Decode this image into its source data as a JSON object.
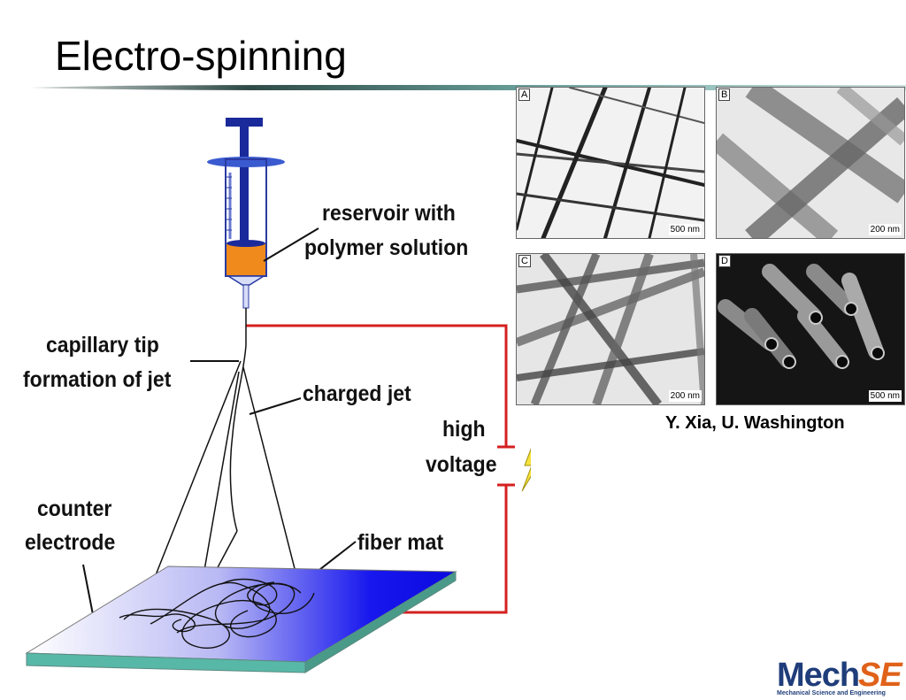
{
  "title": "Electro-spinning",
  "diagram": {
    "labels": {
      "reservoir_line1": "reservoir with",
      "reservoir_line2": "polymer solution",
      "capillary_line1": "capillary tip",
      "capillary_line2": "formation of jet",
      "charged_jet": "charged jet",
      "high": "high",
      "voltage": "voltage",
      "counter_line1": "counter",
      "counter_line2": "electrode",
      "fiber_mat": "fiber mat"
    },
    "colors": {
      "syringe": "#1a2a9a",
      "solution": "#f08a1c",
      "wire": "#d42020",
      "plate_blue": "#1010e8",
      "plate_edge": "#58b8a8"
    }
  },
  "micrographs": {
    "panels": [
      {
        "label": "A",
        "scale": "500 nm"
      },
      {
        "label": "B",
        "scale": "200 nm"
      },
      {
        "label": "C",
        "scale": "200 nm"
      },
      {
        "label": "D",
        "scale": "500 nm"
      }
    ],
    "credit": "Y. Xia, U. Washington"
  },
  "logo": {
    "mech": "Mech",
    "se": "SE",
    "subtitle": "Mechanical Science and Engineering"
  }
}
